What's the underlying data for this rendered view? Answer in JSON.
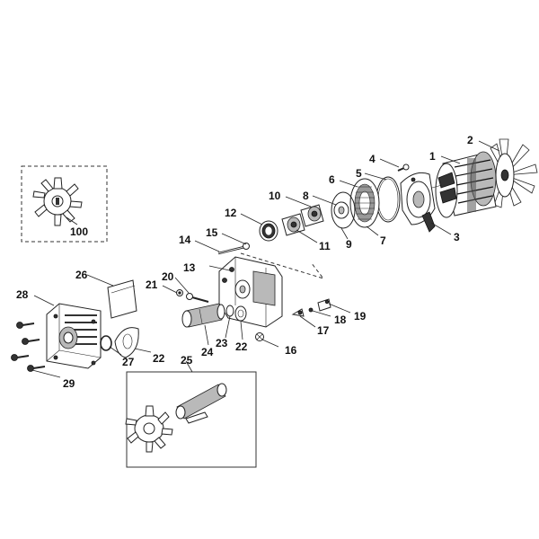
{
  "callouts": {
    "c1": "1",
    "c2": "2",
    "c3": "3",
    "c4": "4",
    "c5": "5",
    "c6": "6",
    "c7": "7",
    "c8": "8",
    "c9": "9",
    "c10": "10",
    "c11": "11",
    "c12": "12",
    "c13": "13",
    "c14": "14",
    "c15": "15",
    "c16": "16",
    "c17": "17",
    "c18": "18",
    "c19": "19",
    "c20": "20",
    "c21": "21",
    "c22a": "22",
    "c22b": "22",
    "c23": "23",
    "c24": "24",
    "c25": "25",
    "c26": "26",
    "c27": "27",
    "c28": "28",
    "c29": "29",
    "c100": "100"
  }
}
